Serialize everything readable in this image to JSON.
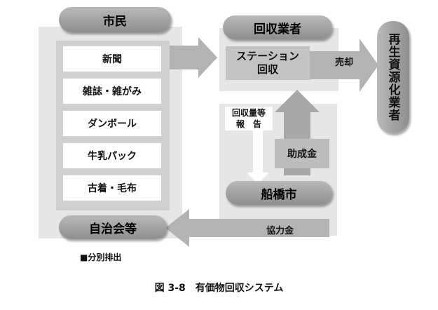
{
  "citizens": {
    "title": "市民",
    "items": [
      "新聞",
      "雑誌・雑がみ",
      "ダンボール",
      "牛乳パック",
      "古着・毛布"
    ]
  },
  "collector": {
    "title": "回収業者",
    "station_line1": "ステーション",
    "station_line2": "回収"
  },
  "recycler": {
    "title": "再生資源化業者"
  },
  "sale_label": "売却",
  "report_line1": "回収量等",
  "report_line2": "報　告",
  "subsidy_label": "助成金",
  "city": {
    "title": "船橋市"
  },
  "association": {
    "title": "自治会等"
  },
  "cooperation_label": "協力金",
  "legend": "■分別排出",
  "caption": "図 3-8　有価物回収システム",
  "colors": {
    "panel": "#e6e6e6",
    "arrow": "#b3b3b3",
    "pill": "#a3a3a3"
  }
}
